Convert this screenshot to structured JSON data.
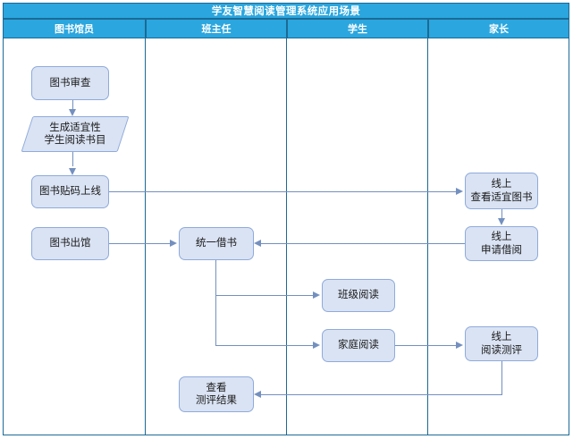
{
  "diagram": {
    "title": "学友智慧阅读管理系统应用场景",
    "lanes": [
      {
        "id": "librarian",
        "label": "图书馆员"
      },
      {
        "id": "headteacher",
        "label": "班主任"
      },
      {
        "id": "student",
        "label": "学生"
      },
      {
        "id": "parent",
        "label": "家长"
      }
    ],
    "nodes": [
      {
        "id": "n1",
        "lane": "librarian",
        "shape": "rounded-rect",
        "label": "图书审查"
      },
      {
        "id": "n2",
        "lane": "librarian",
        "shape": "parallelogram",
        "label": "生成适宜性\n学生阅读书目",
        "line1": "生成适宜性",
        "line2": "学生阅读书目"
      },
      {
        "id": "n3",
        "lane": "librarian",
        "shape": "rounded-rect",
        "label": "图书贴码上线"
      },
      {
        "id": "n4",
        "lane": "librarian",
        "shape": "rounded-rect",
        "label": "图书出馆"
      },
      {
        "id": "n5",
        "lane": "headteacher",
        "shape": "rounded-rect",
        "label": "统一借书"
      },
      {
        "id": "n6",
        "lane": "headteacher",
        "shape": "rounded-rect",
        "label": "查看\n测评结果",
        "line1": "查看",
        "line2": "测评结果"
      },
      {
        "id": "n7",
        "lane": "student",
        "shape": "rounded-rect",
        "label": "班级阅读"
      },
      {
        "id": "n8",
        "lane": "student",
        "shape": "rounded-rect",
        "label": "家庭阅读"
      },
      {
        "id": "n9",
        "lane": "parent",
        "shape": "rounded-rect",
        "label": "线上\n查看适宜图书",
        "line1": "线上",
        "line2": "查看适宜图书"
      },
      {
        "id": "n10",
        "lane": "parent",
        "shape": "rounded-rect",
        "label": "线上\n申请借阅",
        "line1": "线上",
        "line2": "申请借阅"
      },
      {
        "id": "n11",
        "lane": "parent",
        "shape": "rounded-rect",
        "label": "线上\n阅读测评",
        "line1": "线上",
        "line2": "阅读测评"
      }
    ],
    "edges": [
      {
        "from": "n1",
        "to": "n2",
        "direction": "down"
      },
      {
        "from": "n2",
        "to": "n3",
        "direction": "down"
      },
      {
        "from": "n3",
        "to": "n9",
        "direction": "right"
      },
      {
        "from": "n9",
        "to": "n10",
        "direction": "down"
      },
      {
        "from": "n10",
        "to": "n5",
        "direction": "left"
      },
      {
        "from": "n4",
        "to": "n5",
        "direction": "right"
      },
      {
        "from": "n5",
        "to": "n7",
        "direction": "right"
      },
      {
        "from": "n5",
        "to": "n8",
        "direction": "right"
      },
      {
        "from": "n8",
        "to": "n11",
        "direction": "right"
      },
      {
        "from": "n11",
        "to": "n6",
        "direction": "left"
      }
    ],
    "colors": {
      "header_fill": "#2ba6de",
      "header_text": "#ffffff",
      "lane_border": "#1b6a96",
      "node_fill": "#dae3f3",
      "node_border": "#8faadc",
      "connector": "#7390bf",
      "background": "#ffffff"
    }
  }
}
